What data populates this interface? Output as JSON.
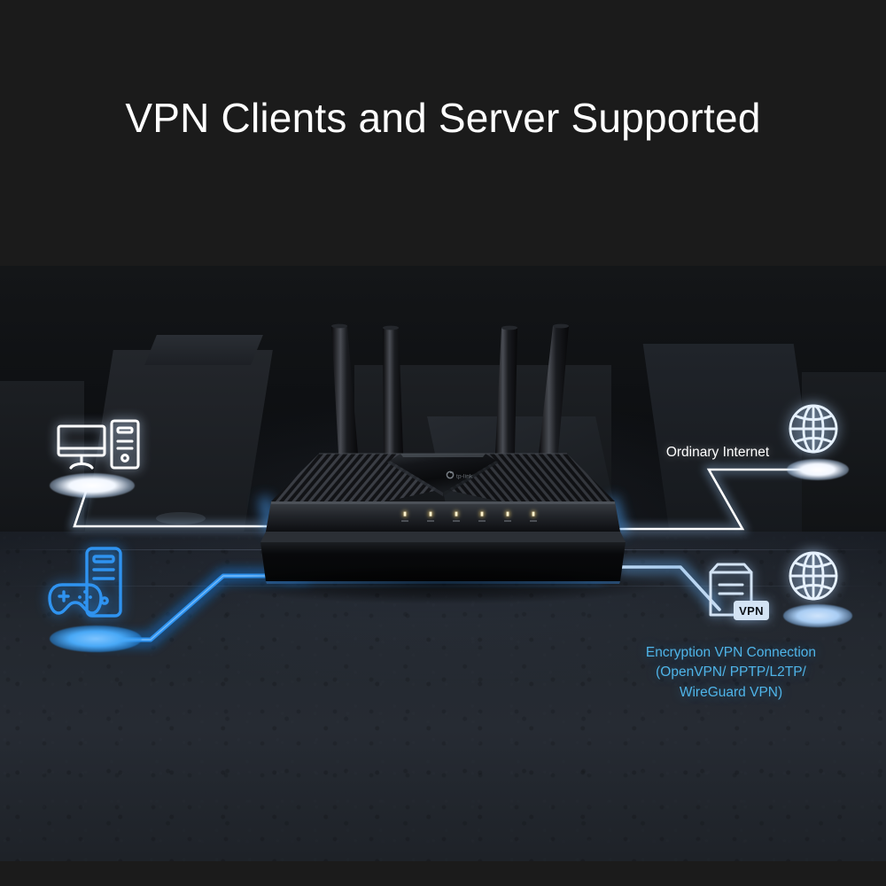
{
  "header": {
    "title": "VPN Clients and Server Supported"
  },
  "labels": {
    "ordinary_internet": "Ordinary Internet",
    "vpn_connection_line1": "Encryption VPN Connection",
    "vpn_connection_line2": "(OpenVPN/ PPTP/L2TP/",
    "vpn_connection_line3": "WireGuard VPN)",
    "vpn_badge": "VPN"
  },
  "nodes": [
    {
      "id": "desktop-pc",
      "icon": "desktop-computer-icon",
      "label": "",
      "color": "#ffffff",
      "glow": "white",
      "position": "left-upper"
    },
    {
      "id": "gaming-pc",
      "icon": "game-console-gamepad-icon",
      "label": "",
      "color": "#2f9bf5",
      "glow": "blue",
      "position": "left-lower"
    },
    {
      "id": "ordinary-internet-globe",
      "icon": "globe-icon",
      "label": "Ordinary Internet",
      "color": "#dbe9fb",
      "glow": "white",
      "position": "right-upper"
    },
    {
      "id": "vpn-server",
      "icon": "server-vpn-icon",
      "label": "VPN",
      "color": "#cfe0f2",
      "glow": "none",
      "position": "right-lower"
    },
    {
      "id": "vpn-internet-globe",
      "icon": "globe-icon",
      "label": "",
      "color": "#dbe9fb",
      "glow": "paleblue",
      "position": "far-right-lower"
    }
  ],
  "device": {
    "name": "wifi-router",
    "brand": "tp-link",
    "antenna_count": 4,
    "led_count": 6,
    "led_color": "#e8c248"
  },
  "connections": [
    {
      "from": "desktop-pc",
      "to": "wifi-router",
      "type": "ordinary",
      "color": "#ffffff"
    },
    {
      "from": "ordinary-internet-globe",
      "to": "wifi-router",
      "type": "ordinary",
      "color": "#ffffff"
    },
    {
      "from": "gaming-pc",
      "to": "wifi-router",
      "type": "encrypted-vpn",
      "color": "#1f7fe0"
    },
    {
      "from": "wifi-router",
      "to": "vpn-server",
      "type": "encrypted-vpn",
      "color": "#9dc6ef"
    }
  ],
  "colors": {
    "background": "#191919",
    "accent_blue": "#2f9bf5",
    "label_blue": "#4fb4e8",
    "white": "#ffffff",
    "floor": "#262b33"
  }
}
